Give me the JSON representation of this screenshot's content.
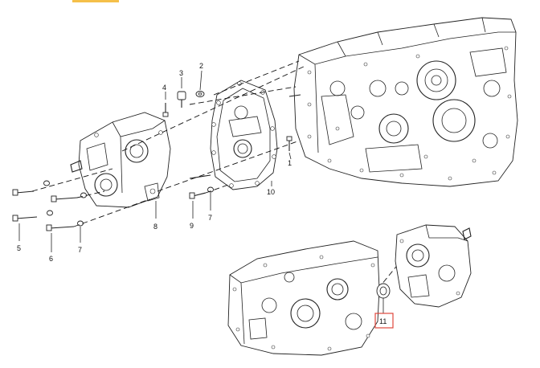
{
  "diagram": {
    "highlight_color": "#e0483c",
    "top_tab_color": "#f5c04a",
    "callouts": [
      {
        "id": "c1",
        "label": "1"
      },
      {
        "id": "c2",
        "label": "2"
      },
      {
        "id": "c3",
        "label": "3"
      },
      {
        "id": "c4",
        "label": "4"
      },
      {
        "id": "c5",
        "label": "5"
      },
      {
        "id": "c6",
        "label": "6"
      },
      {
        "id": "c7a",
        "label": "7"
      },
      {
        "id": "c7b",
        "label": "7"
      },
      {
        "id": "c8",
        "label": "8"
      },
      {
        "id": "c9",
        "label": "9"
      },
      {
        "id": "c10",
        "label": "10"
      },
      {
        "id": "c11",
        "label": "11"
      }
    ]
  }
}
